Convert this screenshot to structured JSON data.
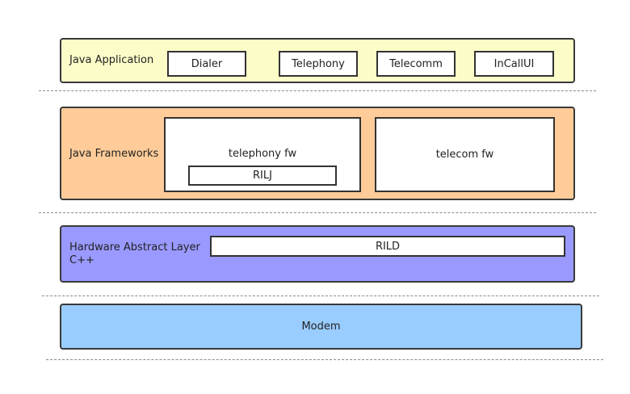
{
  "layers": {
    "app": {
      "label": "Java Application",
      "color": "#fcfcc8",
      "boxes": [
        "Dialer",
        "Telephony",
        "Telecomm",
        "InCallUI"
      ]
    },
    "frameworks": {
      "label": "Java Frameworks",
      "color": "#ffcc99",
      "telephony_fw": "telephony fw",
      "rilj": "RILJ",
      "telecom_fw": "telecom fw"
    },
    "hal": {
      "label_line1": "Hardware Abstract Layer",
      "label_line2": "C++",
      "color": "#9999ff",
      "rild": "RILD"
    },
    "modem": {
      "label": "Modem",
      "color": "#99ccff"
    }
  }
}
